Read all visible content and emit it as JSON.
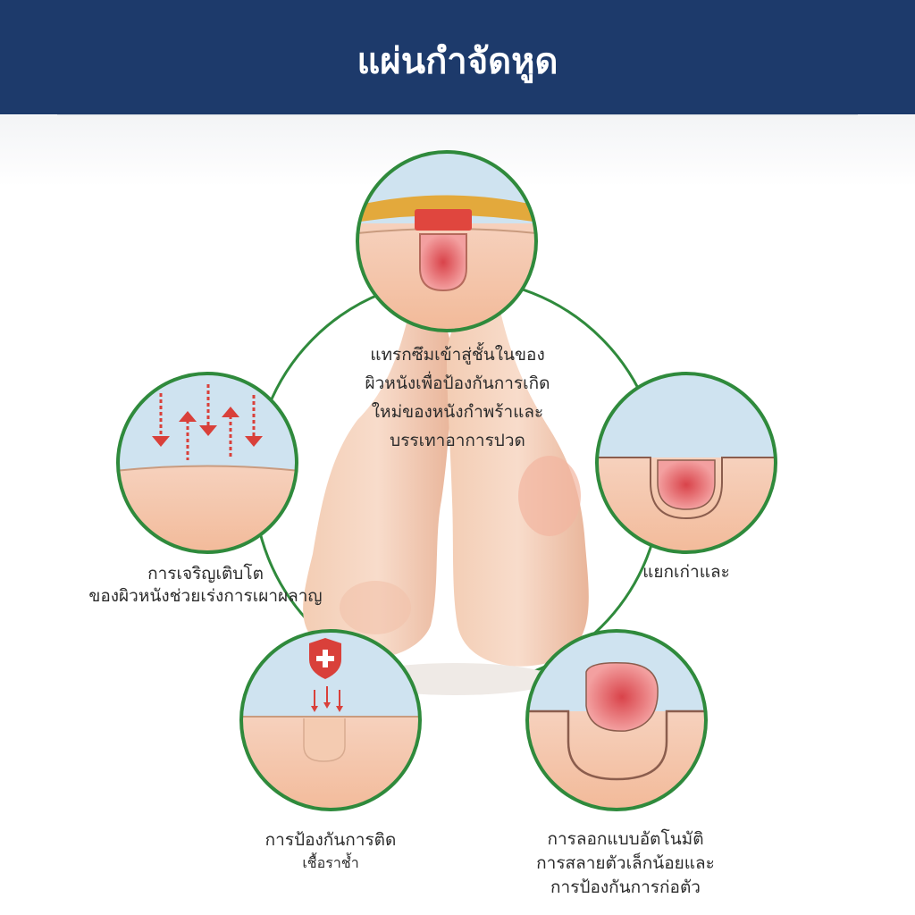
{
  "header": {
    "title": "แผ่นกำจัดหูด"
  },
  "center_text": [
    "แทรกซึมเข้าสู่ชั้นในของ",
    "ผิวหนังเพื่อป้องกันการเกิด",
    "ใหม่ของหนังกำพร้าและ",
    "บรรเทาอาการปวด"
  ],
  "labels": {
    "left": [
      "การเจริญเติบโต",
      "ของผิวหนังช่วยเร่งการเผาผลาญ"
    ],
    "right": [
      "แยกเก่าและ"
    ],
    "bottom_left": [
      "การป้องกันการติด",
      "เชื้อราช้ำ"
    ],
    "bottom_right": [
      "การลอกแบบอัตโนมัติ",
      "การสลายตัวเล็กน้อยและ",
      "การป้องกันการก่อตัว"
    ]
  },
  "colors": {
    "header_bg": "#1d3a6b",
    "ring_green": "#2f8a3c",
    "skin": "#f7c9ad",
    "sky": "#cfe3f0",
    "lesion_red": "#e0535a",
    "arrow_red": "#d9403a"
  },
  "icons": [
    "shield-plus-icon",
    "arrow-down-icon",
    "arrow-up-icon"
  ]
}
